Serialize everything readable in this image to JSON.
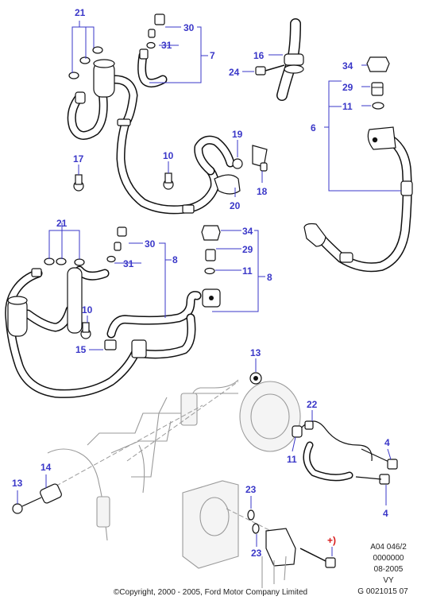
{
  "diagram": {
    "callouts": {
      "c21a": "21",
      "c30a": "30",
      "c31a": "31",
      "c7": "7",
      "c16": "16",
      "c24": "24",
      "c34a": "34",
      "c29a": "29",
      "c11a": "11",
      "c6": "6",
      "c17": "17",
      "c10a": "10",
      "c19": "19",
      "c18": "18",
      "c20": "20",
      "c21b": "21",
      "c30b": "30",
      "c31b": "31",
      "c8a": "8",
      "c34b": "34",
      "c29b": "29",
      "c11b": "11",
      "c8b": "8",
      "c10b": "10",
      "c15": "15",
      "c13a": "13",
      "c22": "22",
      "c11c": "11",
      "c4a": "4",
      "c4b": "4",
      "c14": "14",
      "c13b": "13",
      "c23a": "23",
      "c23b": "23",
      "cplus": "+)"
    },
    "colors": {
      "callout": "#3a37c8",
      "plus_callout": "#d81818",
      "line": "#111111",
      "ghost": "#9a9a9a"
    }
  },
  "footer": {
    "code_line1": "A04 046/2",
    "code_line2": "0000000",
    "code_line3": "08-2005",
    "code_line4": "VY",
    "code_line5": "G 0021015 07",
    "copyright": "©Copyright, 2000 - 2005, Ford Motor Company Limited"
  }
}
